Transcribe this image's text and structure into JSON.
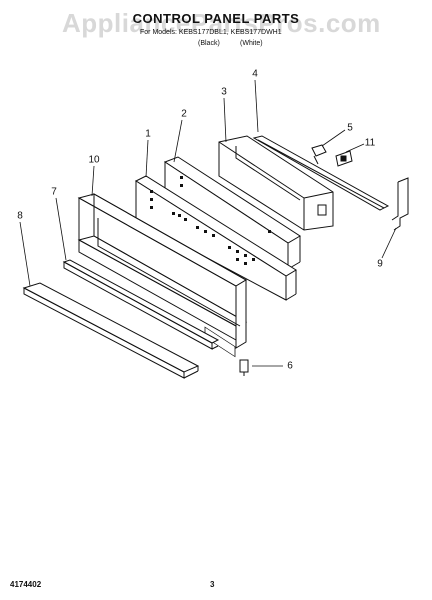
{
  "watermark": "AppliancePartsPros.com",
  "header": {
    "title": "CONTROL PANEL PARTS",
    "subtitle": "For Models: KEBS177DBL1, KEBS177DWH1",
    "variant_black": "(Black)",
    "variant_white": "(White)"
  },
  "callouts": [
    "1",
    "2",
    "3",
    "4",
    "5",
    "11",
    "10",
    "7",
    "8",
    "9",
    "6"
  ],
  "footer": {
    "part_number": "4174402",
    "page_number": "3"
  }
}
